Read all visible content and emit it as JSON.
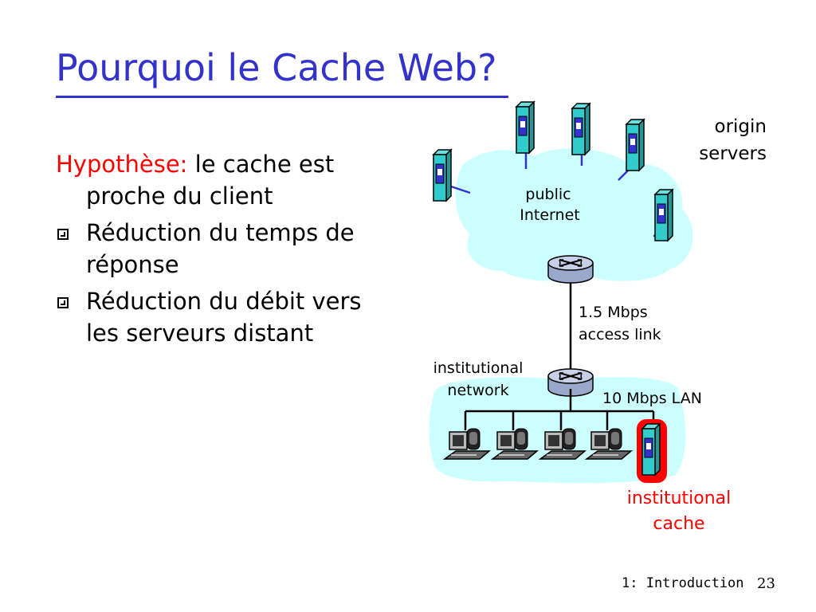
{
  "slide": {
    "title": "Pourquoi le Cache Web?",
    "hypothesis_lead": "Hypothèse:",
    "hypothesis_text": "le cache est proche du client",
    "bullets": [
      "Réduction du temps de réponse",
      "Réduction du débit vers les serveurs distant"
    ]
  },
  "diagram": {
    "origin_servers_label": [
      "origin",
      "servers"
    ],
    "public_internet_label": [
      "public",
      "Internet"
    ],
    "access_link_label": [
      "1.5 Mbps",
      "access link"
    ],
    "institutional_network_label": [
      "institutional",
      "network"
    ],
    "lan_label": "10 Mbps LAN",
    "institutional_cache_label": [
      "institutional",
      "cache"
    ],
    "colors": {
      "cloud": "#ccffff",
      "server_body": "#33cccc",
      "server_slot": "#3333cc",
      "link": "#3333cc",
      "cache_highlight": "#ff0000",
      "title": "#3333cc"
    }
  },
  "footer": {
    "section": "1: Introduction",
    "page_number": "23"
  }
}
